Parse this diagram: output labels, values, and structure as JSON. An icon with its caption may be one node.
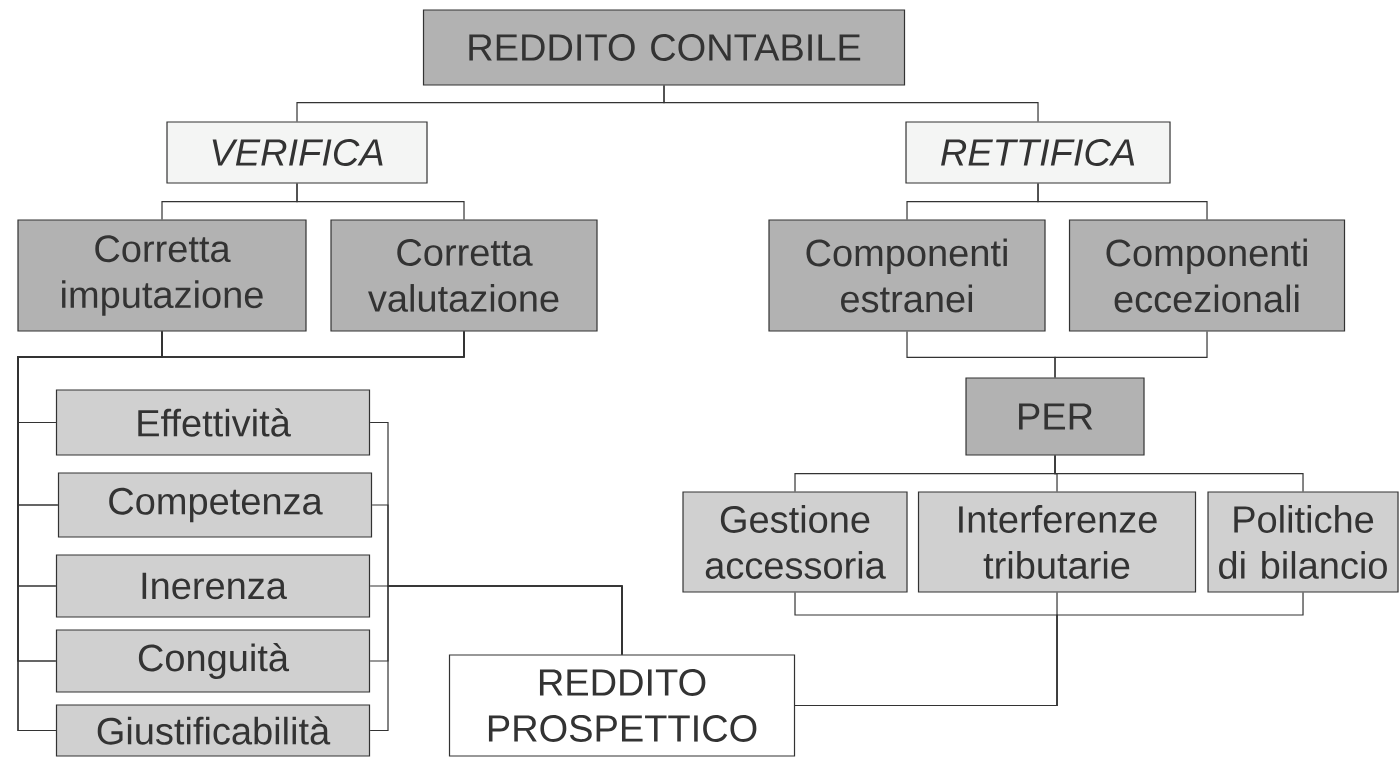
{
  "diagram": {
    "nodes": [
      {
        "text": [
          "REDDITO CONTABILE"
        ]
      },
      {
        "text": [
          "VERIFICA"
        ]
      },
      {
        "text": [
          "RETTIFICA"
        ]
      },
      {
        "text": [
          "Corretta imputazione"
        ]
      },
      {
        "text": [
          "Corretta valutazione"
        ]
      },
      {
        "text": [
          "Componenti estranei"
        ]
      },
      {
        "text": [
          "Componenti eccezionali"
        ]
      },
      {
        "text": [
          "PER"
        ]
      },
      {
        "text": [
          "Effettività"
        ]
      },
      {
        "text": [
          "Competenza"
        ]
      },
      {
        "text": [
          "Inerenza"
        ]
      },
      {
        "text": [
          "Conguità"
        ]
      },
      {
        "text": [
          "Giustificabilità"
        ]
      },
      {
        "text": [
          "Gestione accessoria"
        ]
      },
      {
        "text": [
          "Interferenze tributarie"
        ]
      },
      {
        "text": [
          "Politiche di bilancio"
        ]
      },
      {
        "text": [
          "REDDITO PROSPETTICO"
        ]
      }
    ],
    "edges": [
      {
        "from": 0,
        "to": 1,
        "arrow": "none"
      },
      {
        "from": 0,
        "to": 2,
        "arrow": "none"
      },
      {
        "from": 1,
        "to": 3,
        "arrow": "none"
      },
      {
        "from": 1,
        "to": 4,
        "arrow": "none"
      },
      {
        "from": 2,
        "to": 5,
        "arrow": "none"
      },
      {
        "from": 2,
        "to": 6,
        "arrow": "none"
      },
      {
        "from": 3,
        "to": 8,
        "arrow": "none"
      },
      {
        "from": 3,
        "to": 9,
        "arrow": "none"
      },
      {
        "from": 3,
        "to": 10,
        "arrow": "none"
      },
      {
        "from": 3,
        "to": 11,
        "arrow": "none"
      },
      {
        "from": 3,
        "to": 12,
        "arrow": "none"
      },
      {
        "from": 4,
        "to": 8,
        "arrow": "none"
      },
      {
        "from": 4,
        "to": 9,
        "arrow": "none"
      },
      {
        "from": 4,
        "to": 10,
        "arrow": "none"
      },
      {
        "from": 4,
        "to": 11,
        "arrow": "none"
      },
      {
        "from": 4,
        "to": 12,
        "arrow": "none"
      },
      {
        "from": 5,
        "to": 7,
        "arrow": "none"
      },
      {
        "from": 6,
        "to": 7,
        "arrow": "none"
      },
      {
        "from": 7,
        "to": 13,
        "arrow": "none"
      },
      {
        "from": 7,
        "to": 14,
        "arrow": "none"
      },
      {
        "from": 7,
        "to": 15,
        "arrow": "none"
      },
      {
        "from": 8,
        "to": 16,
        "arrow": "none"
      },
      {
        "from": 9,
        "to": 16,
        "arrow": "none"
      },
      {
        "from": 10,
        "to": 16,
        "arrow": "none"
      },
      {
        "from": 11,
        "to": 16,
        "arrow": "none"
      },
      {
        "from": 12,
        "to": 16,
        "arrow": "none"
      },
      {
        "from": 13,
        "to": 16,
        "arrow": "none"
      },
      {
        "from": 14,
        "to": 16,
        "arrow": "none"
      },
      {
        "from": 15,
        "to": 16,
        "arrow": "none"
      }
    ]
  }
}
